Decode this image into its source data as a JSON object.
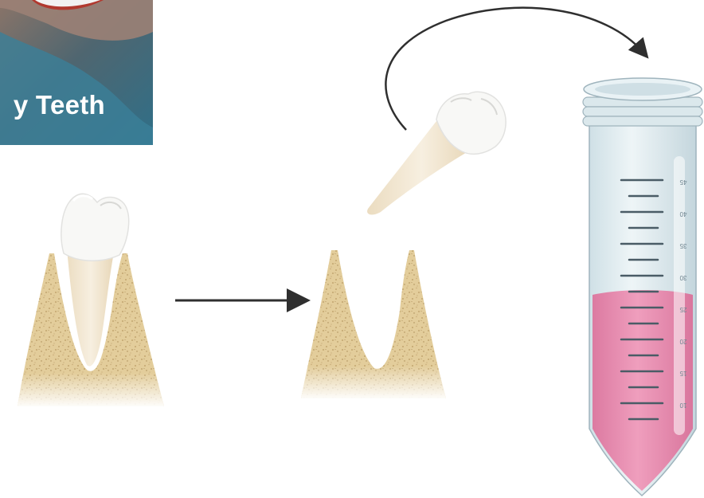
{
  "photo": {
    "caption": "y Teeth"
  },
  "tube": {
    "graduations": [
      "45",
      "40",
      "35",
      "30",
      "25",
      "20",
      "15",
      "10"
    ],
    "liquid_color": "#e68cae"
  },
  "colors": {
    "bone": "#e3cd9b",
    "bone_speckle": "#b99a62",
    "enamel": "#f8f8f6",
    "root": "#f3e9d6",
    "arrow": "#2f2f2f"
  }
}
